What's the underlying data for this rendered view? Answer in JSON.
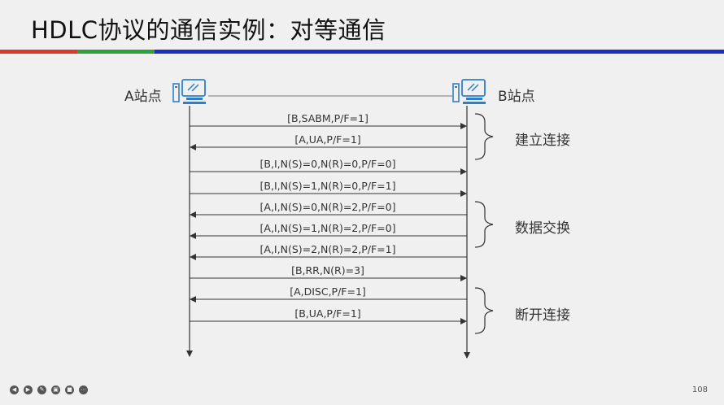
{
  "slide": {
    "title": "HDLC协议的通信实例：对等通信",
    "page_number": "108"
  },
  "stations": {
    "a": "A站点",
    "b": "B站点"
  },
  "messages": [
    {
      "text": "[B,SABM,P/F=1]",
      "direction": "a-to-b"
    },
    {
      "text": "[A,UA,P/F=1]",
      "direction": "b-to-a"
    },
    {
      "text": "[B,I,N(S)=0,N(R)=0,P/F=0]",
      "direction": "a-to-b"
    },
    {
      "text": "[B,I,N(S)=1,N(R)=0,P/F=1]",
      "direction": "a-to-b"
    },
    {
      "text": "[A,I,N(S)=0,N(R)=2,P/F=0]",
      "direction": "b-to-a"
    },
    {
      "text": "[A,I,N(S)=1,N(R)=2,P/F=0]",
      "direction": "b-to-a"
    },
    {
      "text": "[A,I,N(S)=2,N(R)=2,P/F=1]",
      "direction": "b-to-a"
    },
    {
      "text": "[B,RR,N(R)=3]",
      "direction": "a-to-b"
    },
    {
      "text": "[A,DISC,P/F=1]",
      "direction": "b-to-a"
    },
    {
      "text": "[B,UA,P/F=1]",
      "direction": "a-to-b"
    }
  ],
  "phases": [
    {
      "label": "建立连接"
    },
    {
      "label": "数据交换"
    },
    {
      "label": "断开连接"
    }
  ],
  "colors": {
    "rule_red": "#d93a2c",
    "rule_green": "#2fa13a",
    "rule_blue": "#1b2fc4",
    "icon_blue": "#2f7fc8"
  },
  "controls": [
    "prev-icon",
    "next-icon",
    "pen-icon",
    "zoom-icon",
    "camera-icon",
    "more-icon"
  ]
}
